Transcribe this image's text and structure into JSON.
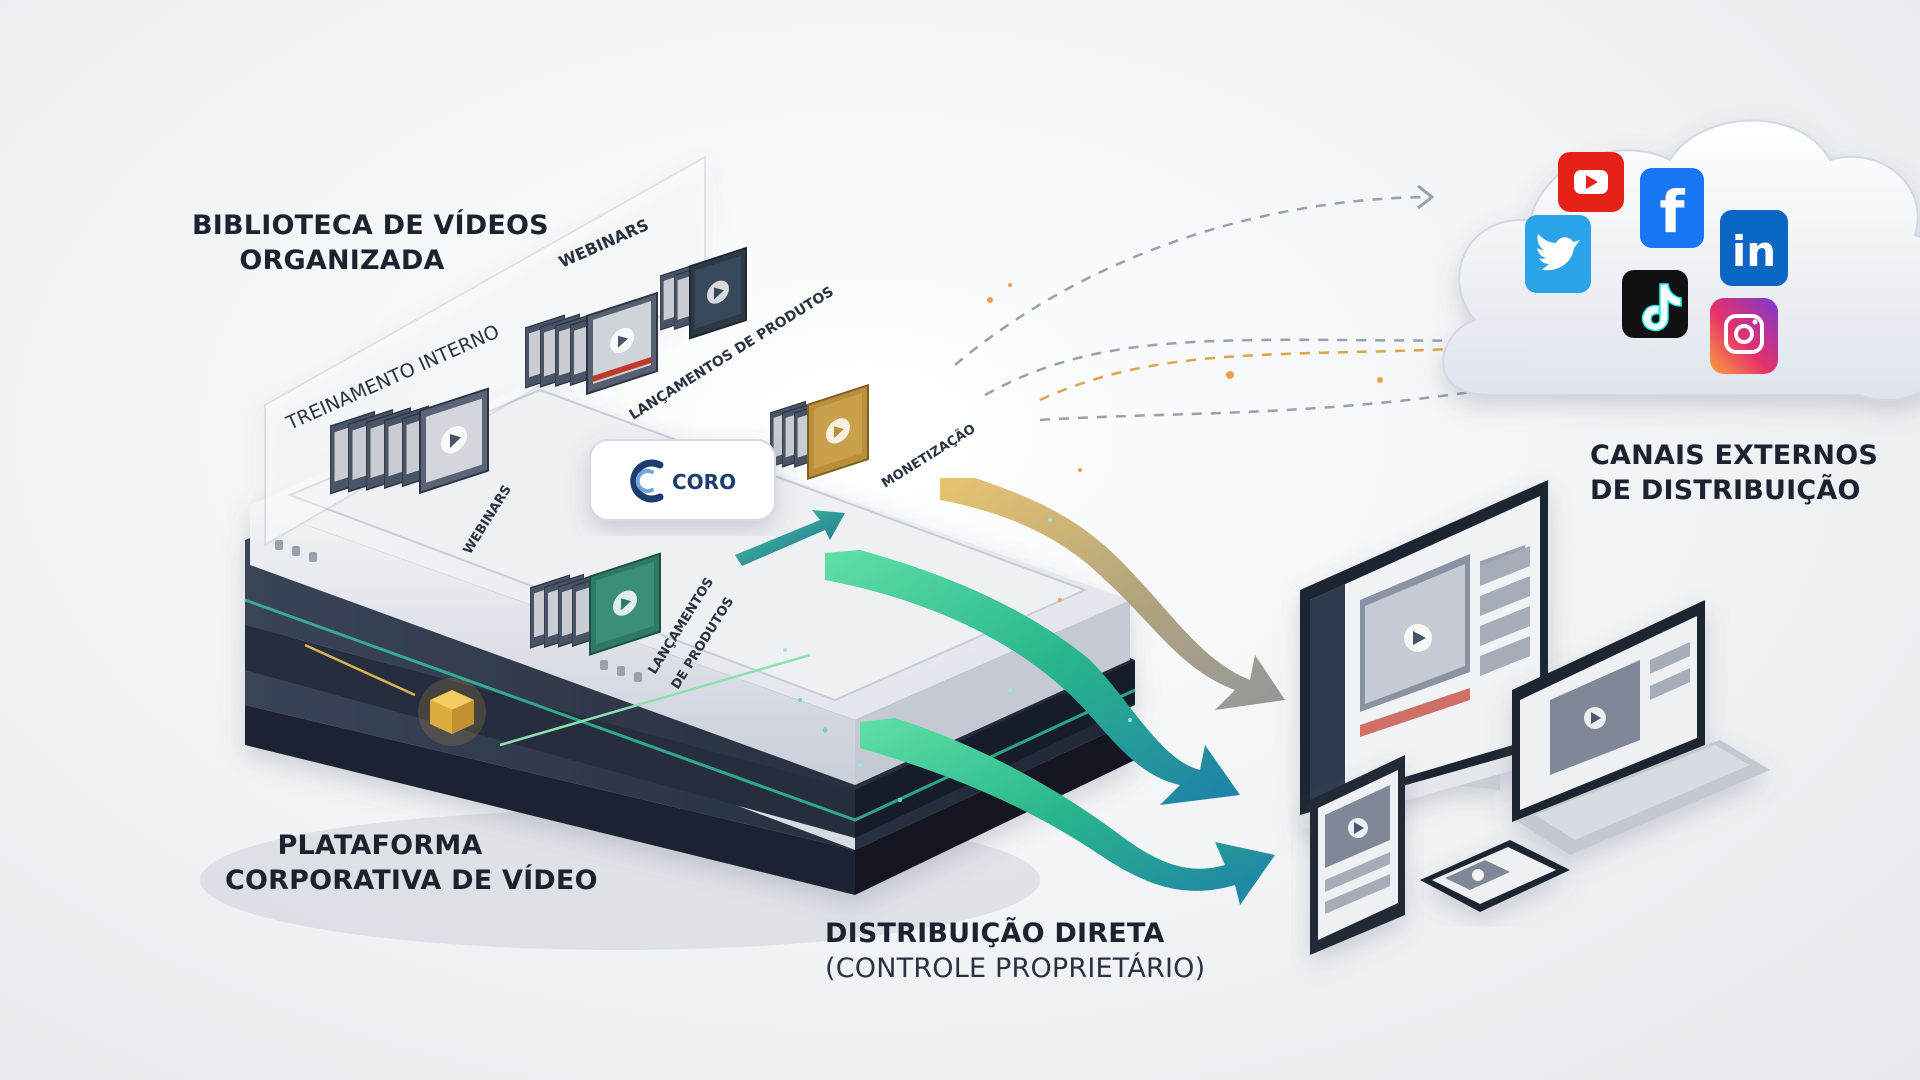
{
  "labels": {
    "library": {
      "line1": "BIBLIOTECA DE VÍDEOS",
      "line2": "ORGANIZADA"
    },
    "platform": {
      "line1": "PLATAFORMA",
      "line2": "CORPORATIVA DE VÍDEO"
    },
    "external": {
      "line1": "CANAIS EXTERNOS",
      "line2": "DE DISTRIBUIÇÃO"
    },
    "direct": {
      "line1": "DISTRIBUIÇÃO DIRETA",
      "line2": "(CONTROLE PROPRIETÁRIO)"
    }
  },
  "categories": {
    "treinamento": "TREINAMENTO INTERNO",
    "webinars_top": "WEBINARS",
    "lancamentos_top": "LANÇAMENTOS DE PRODUTOS",
    "monetizacao": "MONETIZAÇÃO",
    "webinars": "WEBINARS",
    "lancamentos_1": "LANÇAMENTOS",
    "lancamentos_2": "DE PRODUTOS"
  },
  "logo": {
    "text": "CORO"
  },
  "social_icons": [
    "youtube-icon",
    "facebook-icon",
    "linkedin-icon",
    "twitter-icon",
    "tiktok-icon",
    "instagram-icon"
  ],
  "colors": {
    "green_arrow": "#2fbf8f",
    "teal_arrow": "#2a7fa8",
    "gold_arrow": "#c9a34a",
    "platform_dark": "#2b3446",
    "platform_light": "#e9ecf1"
  }
}
